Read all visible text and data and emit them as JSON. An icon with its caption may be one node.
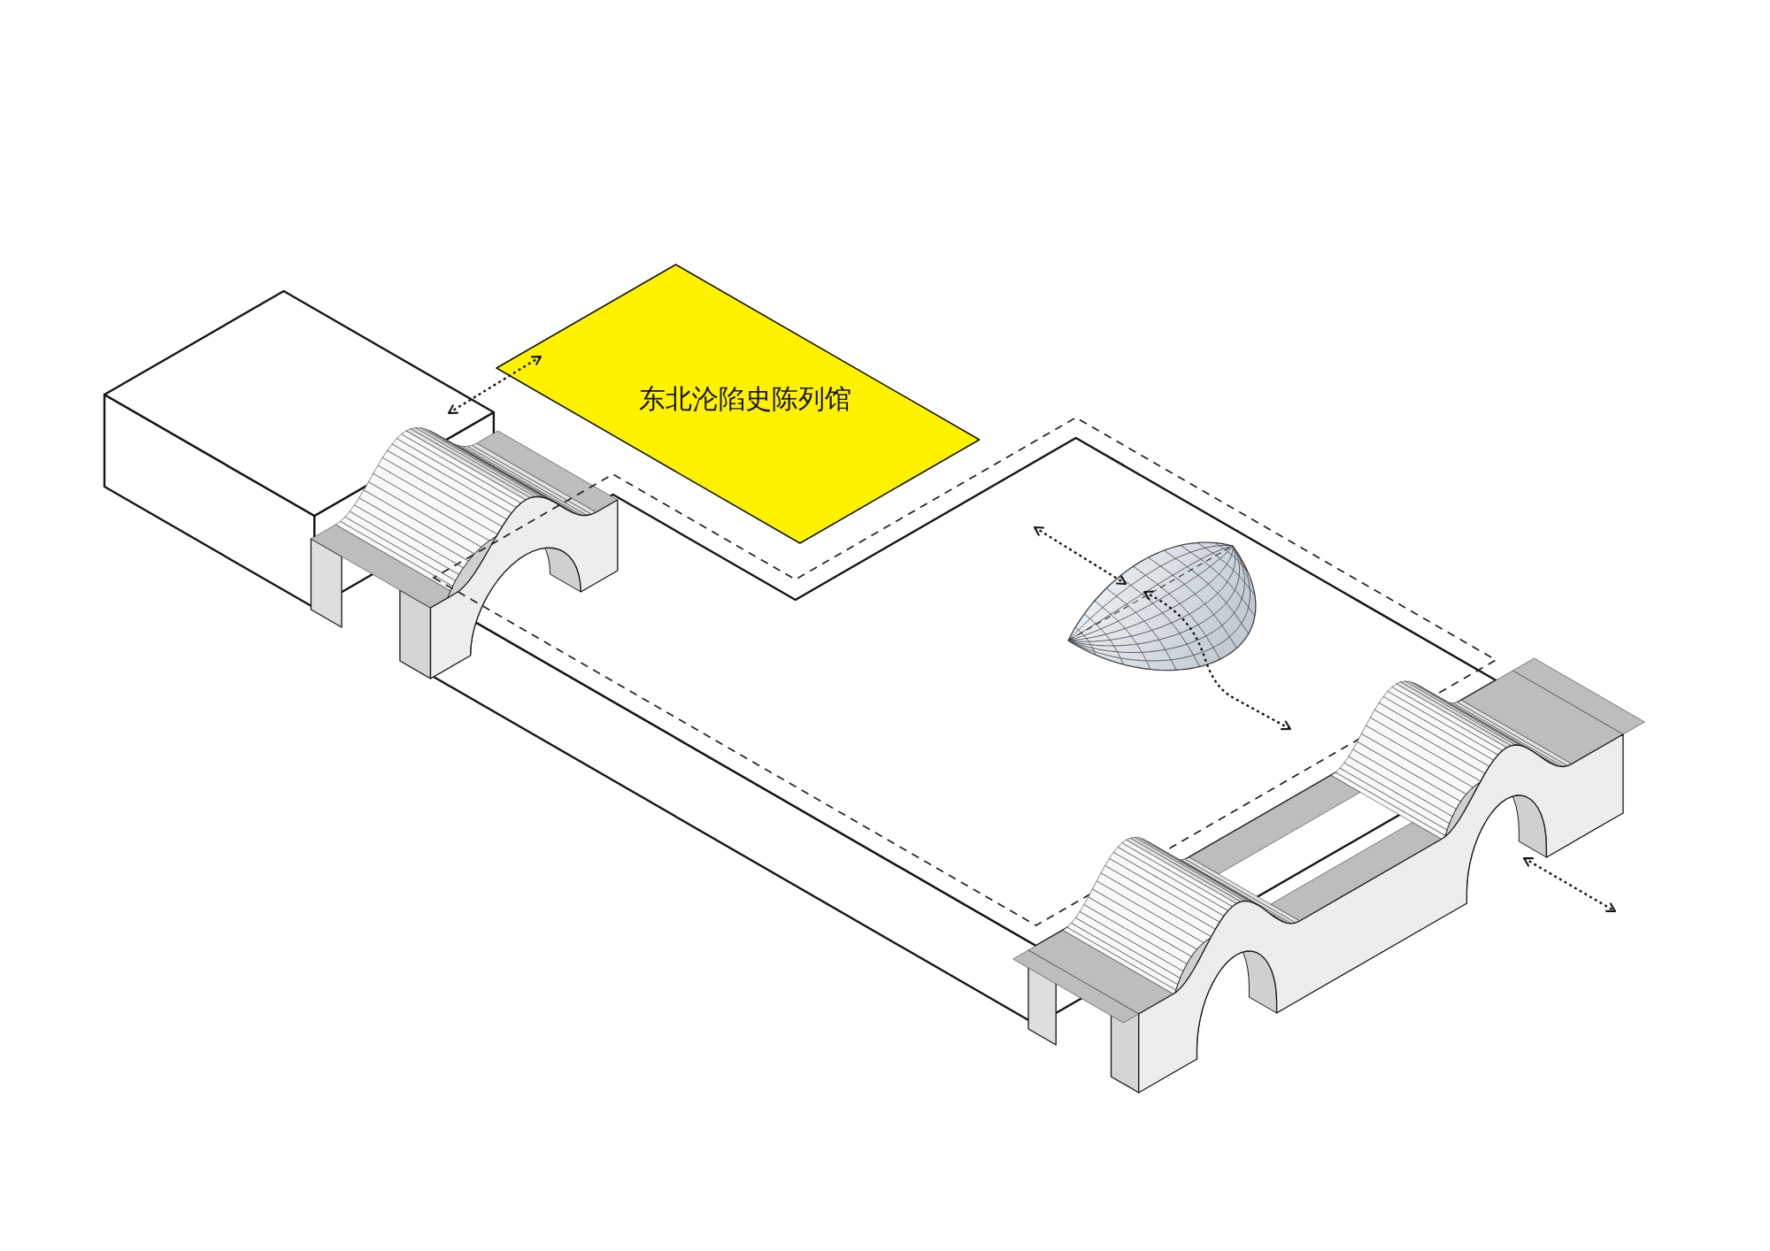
{
  "diagram": {
    "nodes": [
      {
        "text": [],
        "shape": "box"
      },
      {
        "text": [
          "东北沦陷史陈列馆"
        ]
      }
    ],
    "edges": [
      {
        "from": 0,
        "to": 1,
        "arrow": "both",
        "style": "dashed"
      }
    ]
  }
}
